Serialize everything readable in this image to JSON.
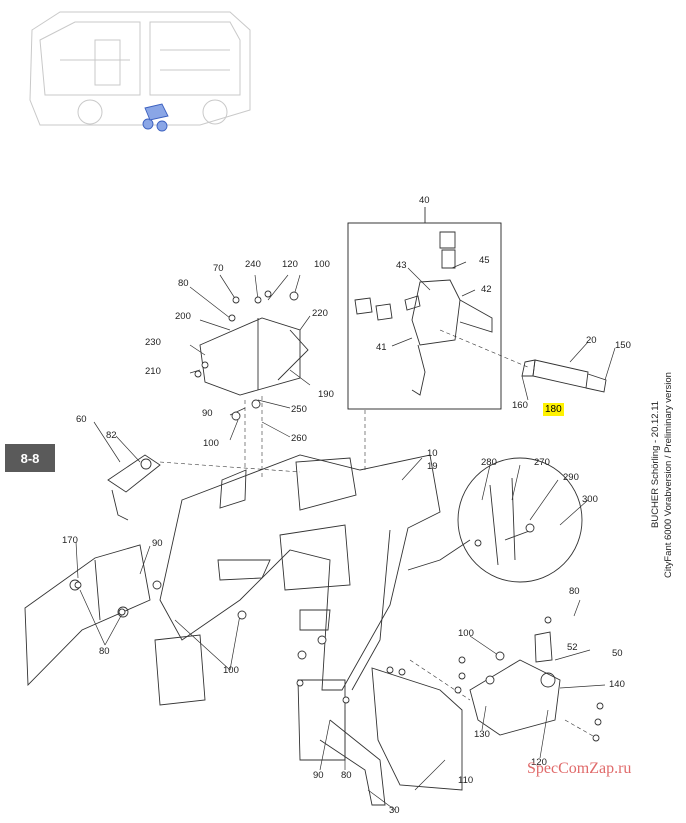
{
  "page_tab": "8-8",
  "side_text": {
    "line1": "BUCHER Schörling - 20.12.11",
    "line2": "CityFant 6000 Vorabversion / Preliminary version"
  },
  "watermark": "SpecComZap.ru",
  "highlight_label": "180",
  "labels": {
    "l40": "40",
    "l43": "43",
    "l45": "45",
    "l42": "42",
    "l41": "41",
    "l20": "20",
    "l150": "150",
    "l160": "160",
    "l70": "70",
    "l240": "240",
    "l120a": "120",
    "l100a": "100",
    "l80a": "80",
    "l200": "200",
    "l220": "220",
    "l230": "230",
    "l210": "210",
    "l190": "190",
    "l90a": "90",
    "l250": "250",
    "l100b": "100",
    "l260": "260",
    "l60": "60",
    "l82": "82",
    "l10": "10",
    "l19": "19",
    "l280": "280",
    "l270": "270",
    "l290": "290",
    "l300": "300",
    "l170": "170",
    "l90b": "90",
    "l80b": "80",
    "l100c": "100",
    "l80c": "80",
    "l100d": "100",
    "l52": "52",
    "l50": "50",
    "l140": "140",
    "l130": "130",
    "l120b": "120",
    "l90c": "90",
    "l80d": "80",
    "l110": "110",
    "l30": "30"
  }
}
